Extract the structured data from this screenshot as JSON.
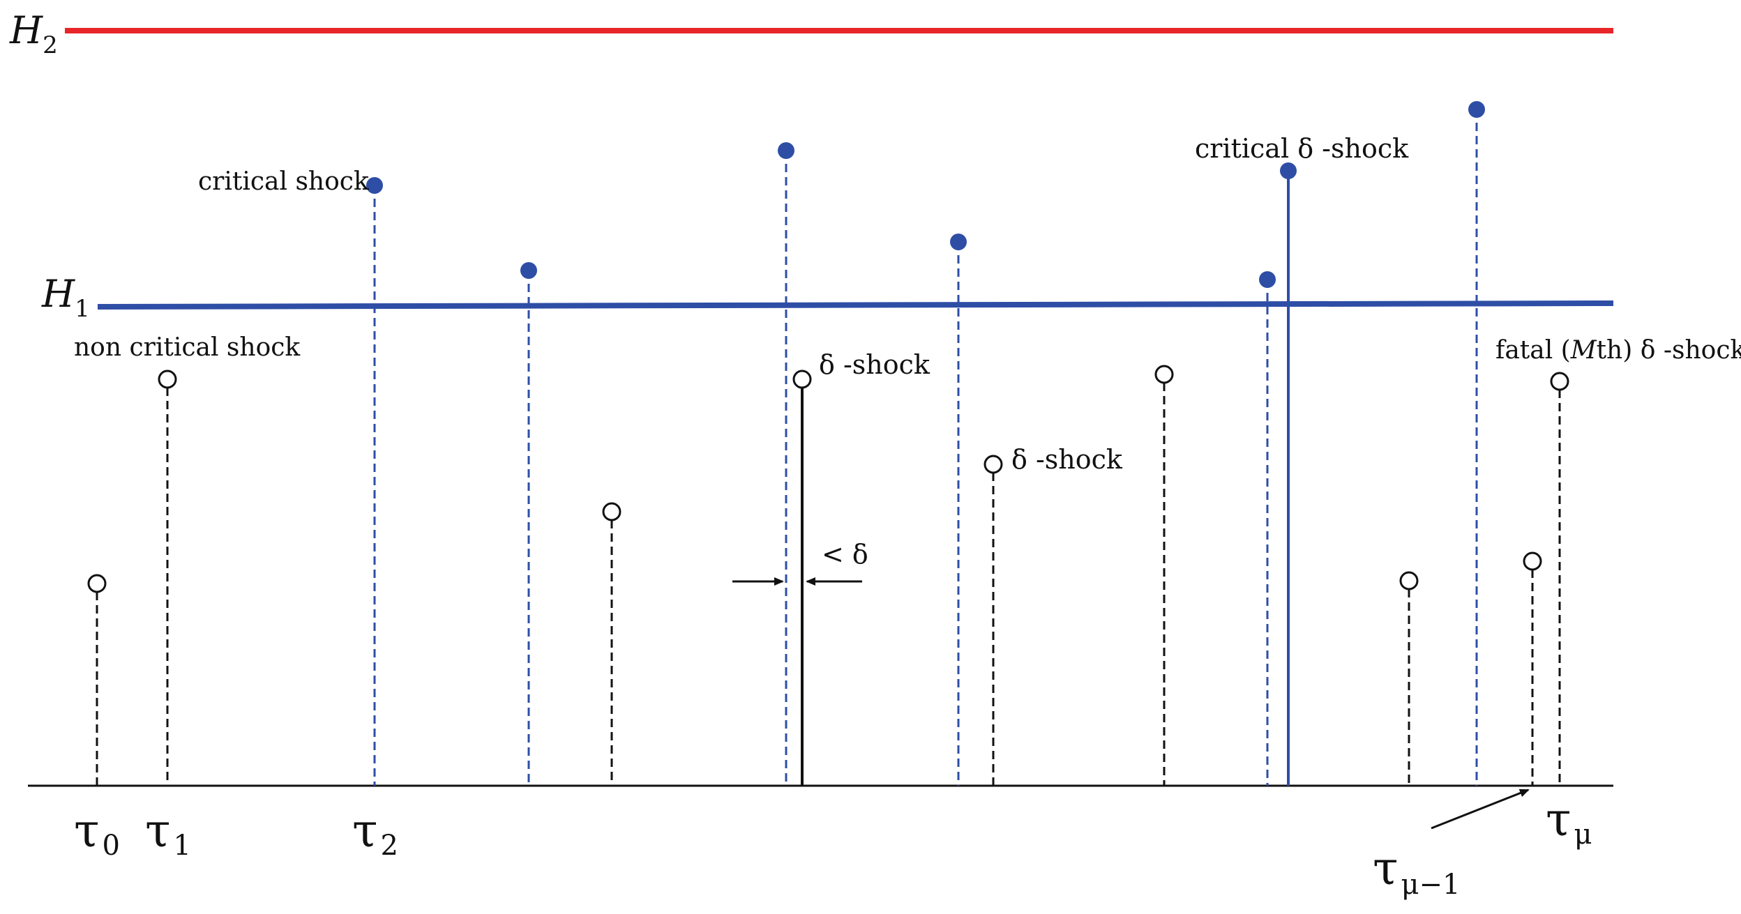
{
  "thresholds": {
    "h2": {
      "main": "H",
      "sub": "2",
      "color": "#e8262a"
    },
    "h1": {
      "main": "H",
      "sub": "1",
      "color": "#2e4ea6"
    }
  },
  "colors": {
    "critical": "#2e4ea6",
    "noncritical": "#111111",
    "baseline": "#111111"
  },
  "labels": {
    "critical_shock": "critical shock",
    "non_critical_shock": "non critical shock",
    "delta_shock_1": "δ -shock",
    "delta_shock_2": "δ -shock",
    "critical_delta_shock": "critical δ -shock",
    "fatal_prefix": "fatal (",
    "fatal_m": "M",
    "fatal_suffix": "th) δ -shock",
    "less_than_delta": "< δ"
  },
  "time_labels": {
    "tau0": {
      "main": "τ",
      "sub": "0"
    },
    "tau1": {
      "main": "τ",
      "sub": "1"
    },
    "tau2": {
      "main": "τ",
      "sub": "2"
    },
    "tau_mu_minus_1": {
      "main": "τ",
      "sub": "μ−1"
    },
    "tau_mu": {
      "main": "τ",
      "sub": "μ"
    }
  }
}
